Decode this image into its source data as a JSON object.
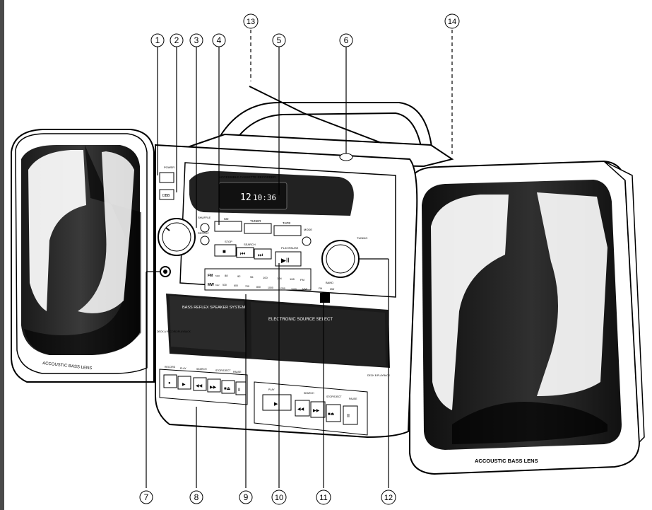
{
  "callouts": [
    "1",
    "2",
    "3",
    "4",
    "5",
    "6",
    "7",
    "8",
    "9",
    "10",
    "11",
    "12",
    "13",
    "14"
  ],
  "panel": {
    "power": "POWER",
    "dbb": "DBB",
    "banner": "ACCESSIBLE CASSETTE RECORDER",
    "display": "10:36",
    "display_prefix": "12",
    "cd": "CD",
    "tuner": "TUNER",
    "tape": "TAPE",
    "mode": "MODE",
    "shuffle": "SHUFFLE",
    "repeat": "REPEAT",
    "stop": "STOP",
    "search": "SEARCH",
    "play_pause": "PLAY/PAUSE",
    "tuning": "TUNING",
    "band": "BAND",
    "fm_mono": "FM",
    "mw_short": "MW",
    "fm_label": "FM",
    "mw_label": "MW",
    "mhz": "MHz",
    "khz": "KHz",
    "fm_band_sel": "FM",
    "mw_band_sel": "MW",
    "fm_scale": [
      "88",
      "92",
      "96",
      "100",
      "104",
      "108"
    ],
    "mw_scale": [
      "530",
      "600",
      "700",
      "800",
      "1000",
      "1200",
      "1600"
    ],
    "bass_reflex": "BASS REFLEX SPEAKER SYSTEM",
    "electronic_source": "ELECTRONIC SOURCE SELECT",
    "deck_a": "DECK A RECORD/PLAYBACK",
    "deck_b": "DECK B PLAYBACK",
    "record": "RECORD",
    "play": "PLAY",
    "search2": "SEARCH",
    "stop_eject": "STOP/EJECT",
    "pause": "PAUSE",
    "play_b": "PLAY",
    "search_b": "SEARCH",
    "stop_eject_b": "STOP/EJECT",
    "pause_b": "PAUSE"
  },
  "speakers": {
    "left_label": "ACCOUSTIC BASS LENS",
    "right_label": "ACCOUSTIC BASS LENS"
  }
}
